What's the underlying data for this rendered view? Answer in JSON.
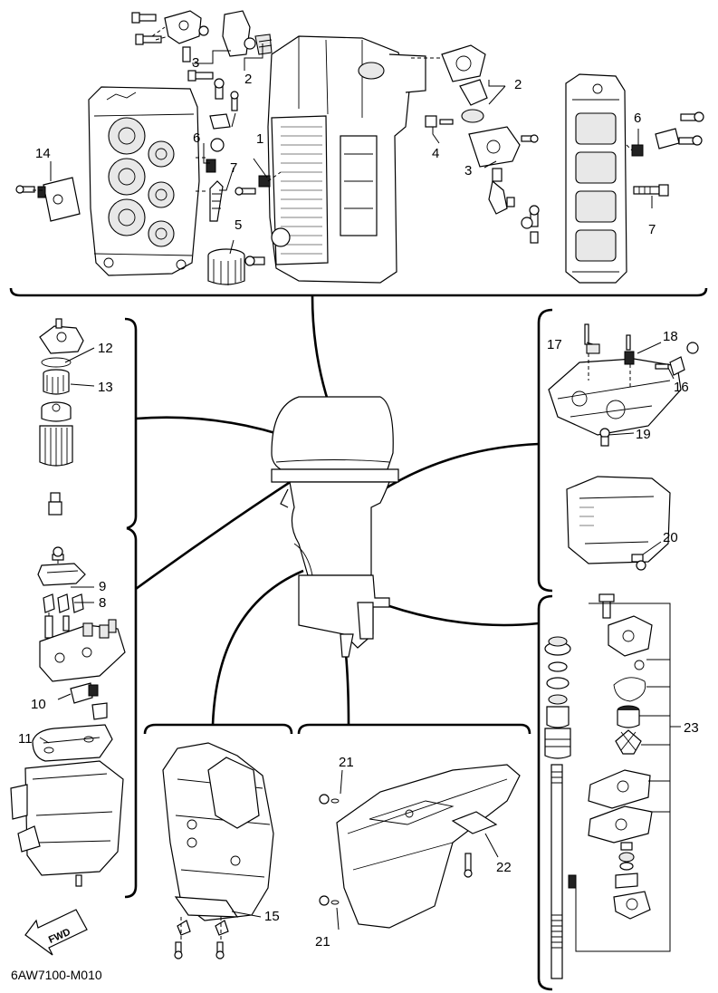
{
  "drawing_code": "6AW7100-M010",
  "fwd_label": "FWD",
  "callouts": {
    "c1": "1",
    "c2a": "2",
    "c2b": "2",
    "c3a": "3",
    "c3b": "3",
    "c4": "4",
    "c5": "5",
    "c6a": "6",
    "c6b": "6",
    "c7a": "7",
    "c7b": "7",
    "c8": "8",
    "c9": "9",
    "c10": "10",
    "c11": "11",
    "c12": "12",
    "c13": "13",
    "c14": "14",
    "c15": "15",
    "c16": "16",
    "c17": "17",
    "c18": "18",
    "c19": "19",
    "c20": "20",
    "c21a": "21",
    "c21b": "21",
    "c22": "22",
    "c23": "23"
  }
}
